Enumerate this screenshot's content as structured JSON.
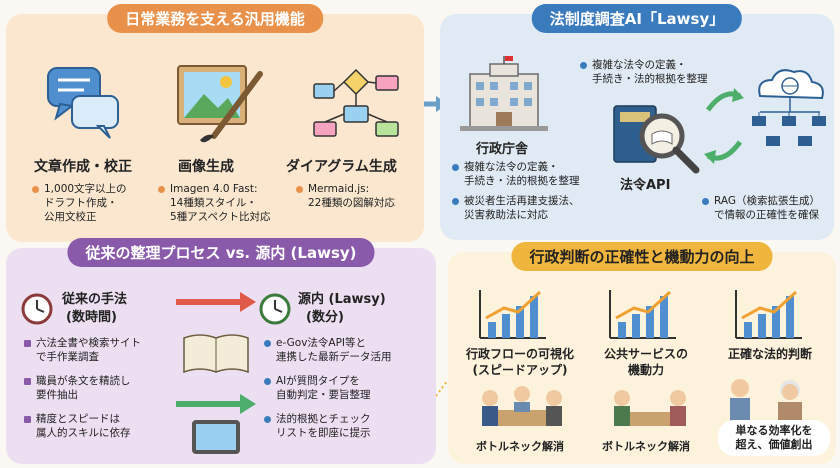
{
  "general": {
    "title": "日常業務を支える汎用機能",
    "features": [
      {
        "title": "文章作成・校正",
        "note": "1,000文字以上の\nドラフト作成・\n公用文校正",
        "icon": "chat-bubbles-icon"
      },
      {
        "title": "画像生成",
        "note": "Imagen 4.0 Fast:\n14種類スタイル・\n5種アスペクト比対応",
        "icon": "paint-brush-icon"
      },
      {
        "title": "ダイアグラム生成",
        "note": "Mermaid.js:\n22種類の図解対応",
        "icon": "flowchart-icon"
      }
    ]
  },
  "lawsy": {
    "title": "法制度調査AI「Lawsy」",
    "top_note": "複雑な法令の定義・\n手続き・法的根拠を整理",
    "gov_label": "行政庁舎",
    "gov_notes": [
      "複雑な法令の定義・\n手続き・法的根拠を整理",
      "被災者生活再建支援法、\n災害救助法に対応"
    ],
    "api_label": "法令API",
    "rag_note": "RAG（検索拡張生成）\nで情報の正確性を確保"
  },
  "compare": {
    "title": "従来の整理プロセス vs. 源内 (Lawsy)",
    "old": {
      "label": "従来の手法",
      "time": "(数時間)",
      "items": [
        "六法全書や検索サイト\nで手作業調査",
        "職員が条文を精読し\n要件抽出",
        "精度とスピードは\n属人的スキルに依存"
      ]
    },
    "new": {
      "label": "源内 (Lawsy)",
      "time": "(数分)",
      "items": [
        "e-Gov法令API等と\n連携した最新データ活用",
        "AIが質問タイプを\n自動判定・要旨整理",
        "法的根拠とチェック\nリストを即座に提示"
      ]
    }
  },
  "improve": {
    "title": "行政判断の正確性と機動力の向上",
    "columns": [
      {
        "label": "行政フローの可視化\n(スピードアップ)",
        "caption": "ボトルネック解消"
      },
      {
        "label": "公共サービスの\n機動力",
        "caption": "ボトルネック解消"
      },
      {
        "label": "正確な法的判断",
        "caption": "単なる効率化を\n超え、価値創出"
      }
    ]
  },
  "colors": {
    "orange": "#e9914a",
    "blue": "#3a7bbd",
    "purple": "#8a5aaa",
    "yellow": "#f0b53c"
  }
}
